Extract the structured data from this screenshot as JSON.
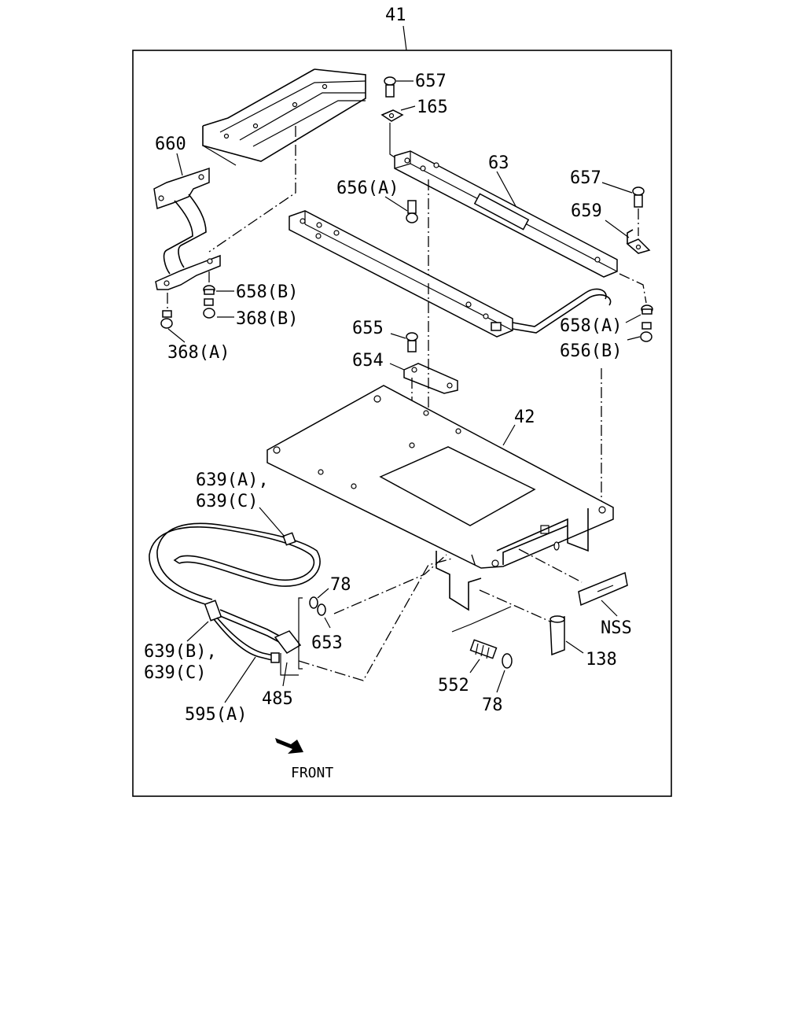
{
  "diagram": {
    "assembly_number": "41",
    "front_label": "FRONT",
    "labels": {
      "l657a": "657",
      "l165": "165",
      "l660": "660",
      "l63": "63",
      "l656a": "656(A)",
      "l657b": "657",
      "l659": "659",
      "l658b": "658(B)",
      "l368b": "368(B)",
      "l368a": "368(A)",
      "l655": "655",
      "l654": "654",
      "l658a": "658(A)",
      "l656b": "656(B)",
      "l42": "42",
      "l639ac_1": "639(A),",
      "l639ac_2": "639(C)",
      "l78a": "78",
      "l653": "653",
      "l639bc_1": "639(B),",
      "l639bc_2": "639(C)",
      "l485": "485",
      "l595a": "595(A)",
      "l552": "552",
      "l78b": "78",
      "l138": "138",
      "lnss": "NSS"
    }
  }
}
